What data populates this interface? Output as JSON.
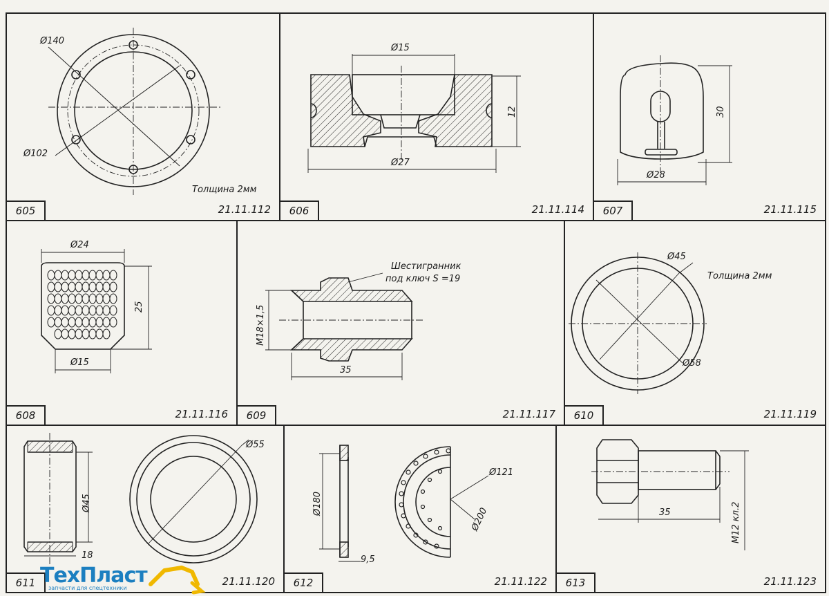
{
  "panels": [
    {
      "number": "605",
      "code": "21.11.112",
      "labels": {
        "d1": "Ø140",
        "d2": "Ø102",
        "note": "Толщина 2мм"
      }
    },
    {
      "number": "606",
      "code": "21.11.114",
      "labels": {
        "d1": "Ø15",
        "h": "12",
        "d2": "Ø27"
      }
    },
    {
      "number": "607",
      "code": "21.11.115",
      "labels": {
        "h": "30",
        "d": "Ø28"
      }
    },
    {
      "number": "608",
      "code": "21.11.116",
      "labels": {
        "d1": "Ø24",
        "h": "25",
        "d2": "Ø15"
      }
    },
    {
      "number": "609",
      "code": "21.11.117",
      "labels": {
        "note1": "Шестигранник",
        "note2": "под ключ  S =19",
        "thread": "M18×1,5",
        "len": "35"
      }
    },
    {
      "number": "610",
      "code": "21.11.119",
      "labels": {
        "d1": "Ø45",
        "d2": "Ø58",
        "note": "Толщина 2мм"
      }
    },
    {
      "number": "611",
      "code": "21.11.120",
      "labels": {
        "d1": "Ø45",
        "d2": "Ø55",
        "w": "18"
      }
    },
    {
      "number": "612",
      "code": "21.11.122",
      "labels": {
        "d1": "Ø180",
        "d2": "Ø121",
        "d3": "Ø200",
        "w": "9,5"
      }
    },
    {
      "number": "613",
      "code": "21.11.123",
      "labels": {
        "len": "35",
        "thread": "M12 кл.2"
      }
    }
  ],
  "logo": {
    "name": "ТехПласт",
    "tagline": "запчасти для спецтехники",
    "color": "#1c7fc0",
    "accent": "#f0b800"
  }
}
